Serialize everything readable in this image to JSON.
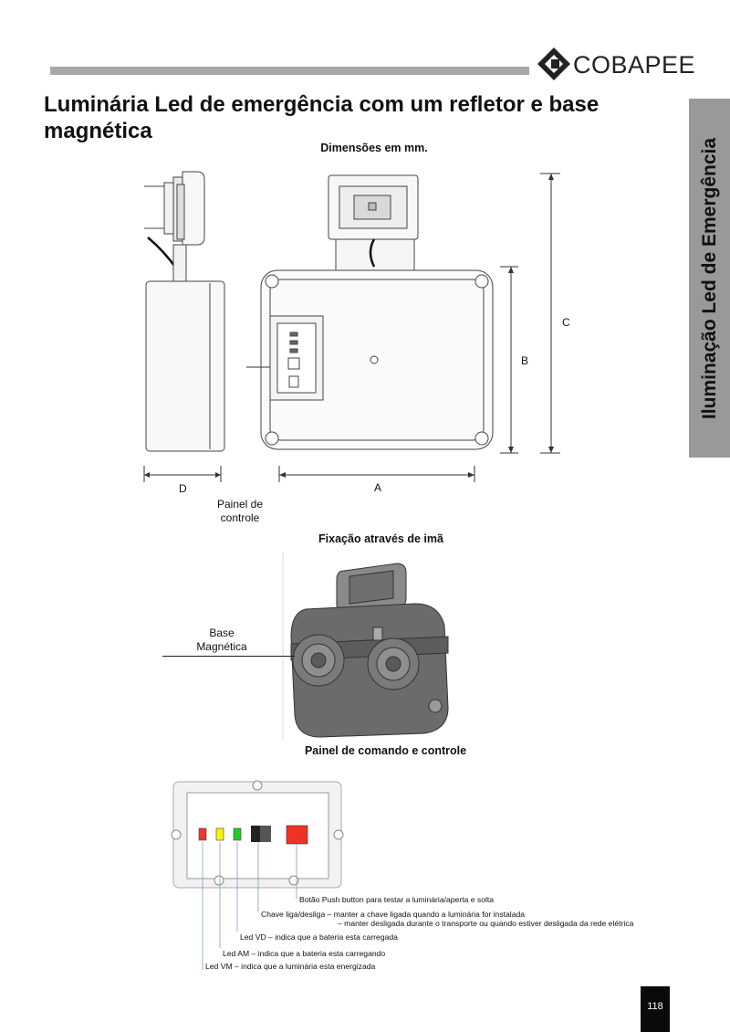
{
  "header": {
    "brand_name": "COBAPEE"
  },
  "title": "Luminária Led de emergência com um refletor e base magnética",
  "side_tab": "Iluminação Led de Emergência",
  "sections": {
    "dimensions_caption": "Dimensões em mm.",
    "fixation_caption": "Fixação através de imã",
    "panel_caption": "Painel de comando e controle"
  },
  "dimension_labels": {
    "a": "A",
    "b": "B",
    "c": "C",
    "d": "D",
    "control_panel_line1": "Painel de",
    "control_panel_line2": "controle"
  },
  "magnetic_base": {
    "line1": "Base",
    "line2": "Magnética"
  },
  "panel_notes": {
    "push_button": "Botão Push button  para testar a luminária/aperta e solta",
    "switch_line1": "Chave liga/desliga  – manter a chave ligada quando a luminária for instalada",
    "switch_line2": "– manter desligada durante o transporte ou quando estiver desligada da rede elétrica",
    "led_vd": "Led VD – indica que a bateria esta carregada",
    "led_am": "Led AM – indica que a bateria esta carregando",
    "led_vm": "Led VM –  indica que a luminária esta energizada"
  },
  "colors": {
    "header_bar": "#a8a8a8",
    "side_tab": "#999999",
    "led_red": "#e53935",
    "led_yellow": "#f5f500",
    "led_green": "#22cc22",
    "push_button": "#ee3322"
  },
  "page_number": "118"
}
